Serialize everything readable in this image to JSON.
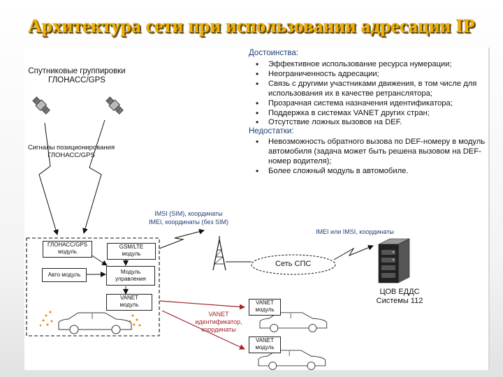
{
  "title": "Архитектура сети при использовании адресации IP",
  "satellites": {
    "label_line1": "Спутниковые группировки",
    "label_line2": "ГЛОНАСС/GPS"
  },
  "signals": {
    "line1": "Сигналы позиционирования",
    "line2": "ГЛОНАСС/GPS"
  },
  "advantages": {
    "header": "Достоинства:",
    "items": [
      "Эффективное использование ресурса нумерации;",
      "Неограниченность адресации;",
      "Связь с другими участниками движения, в том числе для использования их в качестве ретранслятора;",
      "Прозрачная система назначения идентификатора;",
      "Поддержка в системах VANET других стран;",
      "Отсутствие ложных вызовов на DEF."
    ]
  },
  "disadvantages": {
    "header": "Недостатки:",
    "items": [
      "Невозможность обратного вызова по DEF-номеру в модуль автомобиля (задача может быть решена вызовом на DEF-номер водителя);",
      "Более сложный модуль в автомобиле."
    ]
  },
  "links": {
    "imsi_line1": "IMSI (SIM), координаты",
    "imsi_line2": "IMEI, координаты (без SIM)",
    "imei_or_imsi": "IMEI или IMSI, координаты",
    "vanet_line1": "VANET",
    "vanet_line2": "идентификатор,",
    "vanet_line3": "координаты"
  },
  "modules": {
    "glonass_line1": "ГЛОНАСС/GPS",
    "glonass_line2": "модуль",
    "gsm_line1": "GSM/LTE",
    "gsm_line2": "модуль",
    "auto": "Авто модуль",
    "control_line1": "Модуль",
    "control_line2": "управления",
    "vanet_line1": "VANET",
    "vanet_line2": "модуль"
  },
  "network": {
    "sps": "Сеть СПС",
    "server_line1": "ЦОВ ЕДДС",
    "server_line2": "Системы 112"
  },
  "other_cars": [
    {
      "line1": "VANET",
      "line2": "модуль"
    },
    {
      "line1": "VANET",
      "line2": "модуль"
    }
  ],
  "colors": {
    "title": "#f0b000",
    "header_blue": "#1f3f73",
    "arrow_red": "#a0232a",
    "link_blue": "#1f3f73",
    "spark_orange": "#e08a00"
  }
}
